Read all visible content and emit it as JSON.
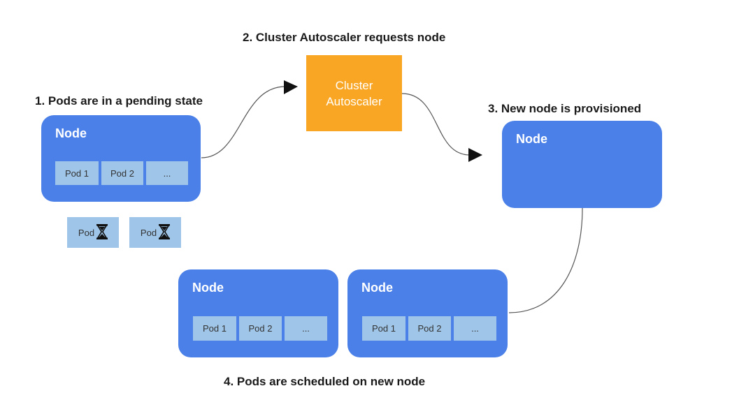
{
  "steps": {
    "step1": "1. Pods are in a pending state",
    "step2": "2. Cluster Autoscaler requests node",
    "step3": "3. New node is provisioned",
    "step4": "4. Pods are scheduled on new node"
  },
  "autoscaler": {
    "line1": "Cluster",
    "line2": "Autoscaler"
  },
  "nodes": {
    "existing": {
      "title": "Node",
      "pods": [
        "Pod 1",
        "Pod 2",
        "..."
      ]
    },
    "new": {
      "title": "Node"
    },
    "bottom_left": {
      "title": "Node",
      "pods": [
        "Pod 1",
        "Pod 2",
        "..."
      ]
    },
    "bottom_right": {
      "title": "Node",
      "pods": [
        "Pod 1",
        "Pod 2",
        "..."
      ]
    }
  },
  "pending_pods": [
    {
      "label": "Pod",
      "icon": "hourglass-icon"
    },
    {
      "label": "Pod",
      "icon": "hourglass-icon"
    }
  ],
  "colors": {
    "node": "#4a80e8",
    "pod": "#9fc5e8",
    "autoscaler": "#f8a623",
    "connector": "#555555"
  }
}
